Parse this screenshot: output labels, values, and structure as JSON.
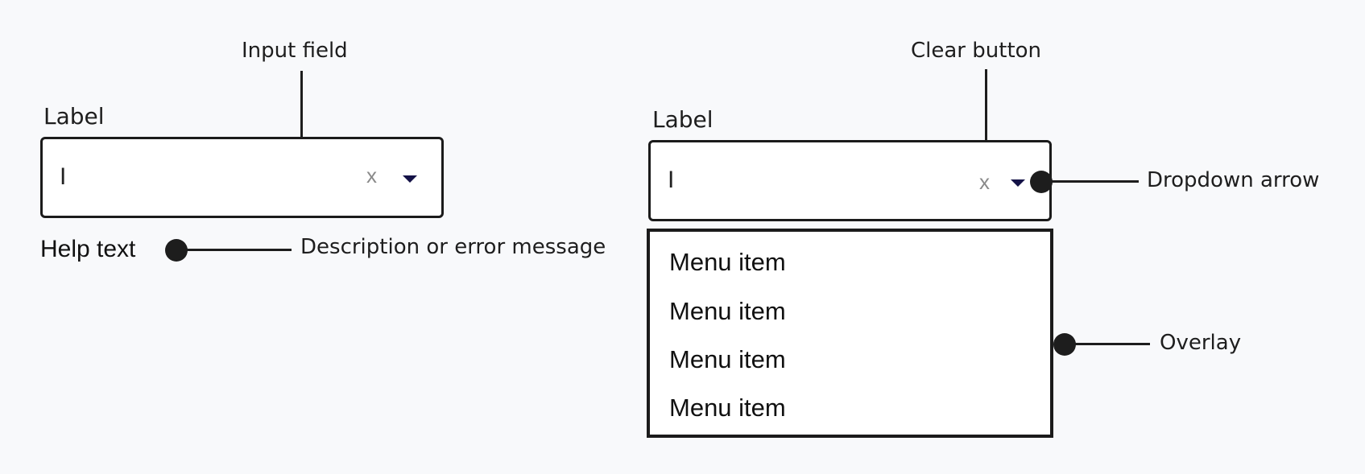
{
  "left_component": {
    "label": "Label",
    "input_value": "I",
    "clear_glyph": "x",
    "help_text": "Help text"
  },
  "right_component": {
    "label": "Label",
    "input_value": "I",
    "clear_glyph": "x",
    "menu_items": [
      "Menu item",
      "Menu item",
      "Menu item",
      "Menu item"
    ]
  },
  "annotations": {
    "input_field": "Input field",
    "description": "Description or error message",
    "clear_button": "Clear button",
    "dropdown_arrow": "Dropdown arrow",
    "overlay": "Overlay"
  },
  "colors": {
    "border": "#1b1b1b",
    "arrow": "#141247",
    "clear": "#8a8a8a",
    "background": "#f8f9fb"
  },
  "icons": {
    "clear": "close-icon",
    "dropdown": "caret-down-icon"
  }
}
